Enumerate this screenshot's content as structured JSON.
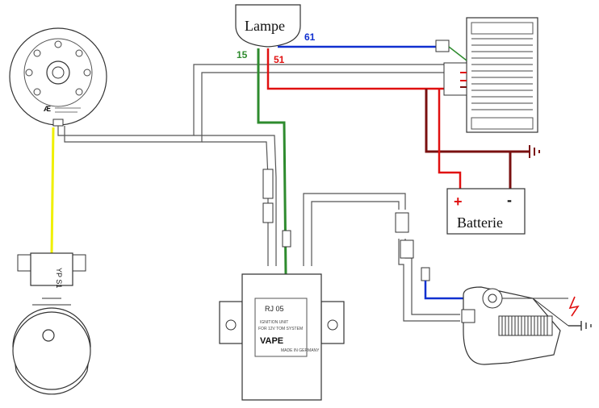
{
  "lamp": {
    "label": "Lampe"
  },
  "terminals": {
    "t15": "15",
    "t51": "51",
    "t61": "61"
  },
  "battery": {
    "label": "Batterie",
    "plus": "+",
    "minus": "-"
  },
  "cdi": {
    "model": "RJ 05",
    "line1": "IGNITION UNIT",
    "line2": "FOR 12V TOM SYSTEM",
    "brand": "VAPE",
    "line3": "MADE IN GERMANY"
  },
  "pickup": {
    "code": "YP S1"
  },
  "colors": {
    "wire_green": "#2e8b2e",
    "wire_red": "#e01010",
    "wire_blue": "#1030d0",
    "wire_yellow": "#f0f000",
    "wire_brown": "#7a1010",
    "wire_gray": "#555555"
  }
}
